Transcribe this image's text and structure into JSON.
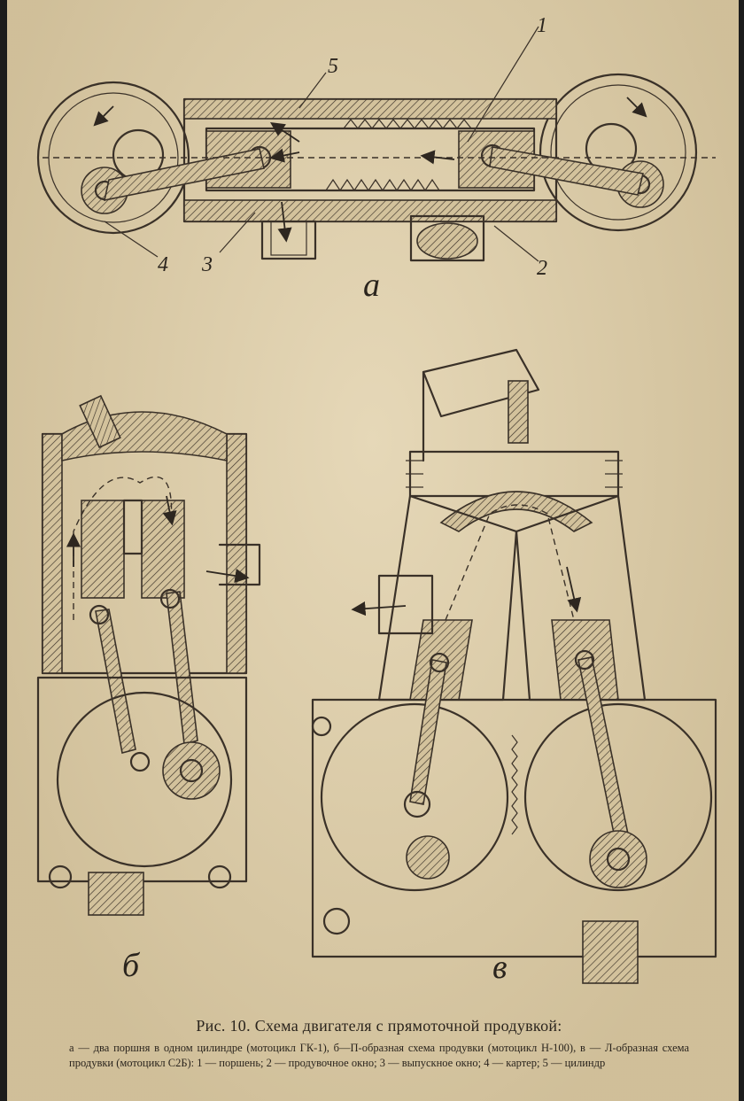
{
  "labels": {
    "a": "а",
    "b": "б",
    "v": "в",
    "n1": "1",
    "n2": "2",
    "n3": "3",
    "n4": "4",
    "n5": "5"
  },
  "caption": {
    "title": "Рис. 10. Схема двигателя с прямоточной продувкой:",
    "text": "а — два поршня в одном цилиндре (мотоцикл ГК-1), б—П-образная схема продувки (мотоцикл Н-100), в — Л-образная схема продувки (мотоцикл С2Б): 1 — поршень; 2 — продувочное окно; 3 — выпускное окно; 4 — картер; 5 — цилиндр"
  }
}
